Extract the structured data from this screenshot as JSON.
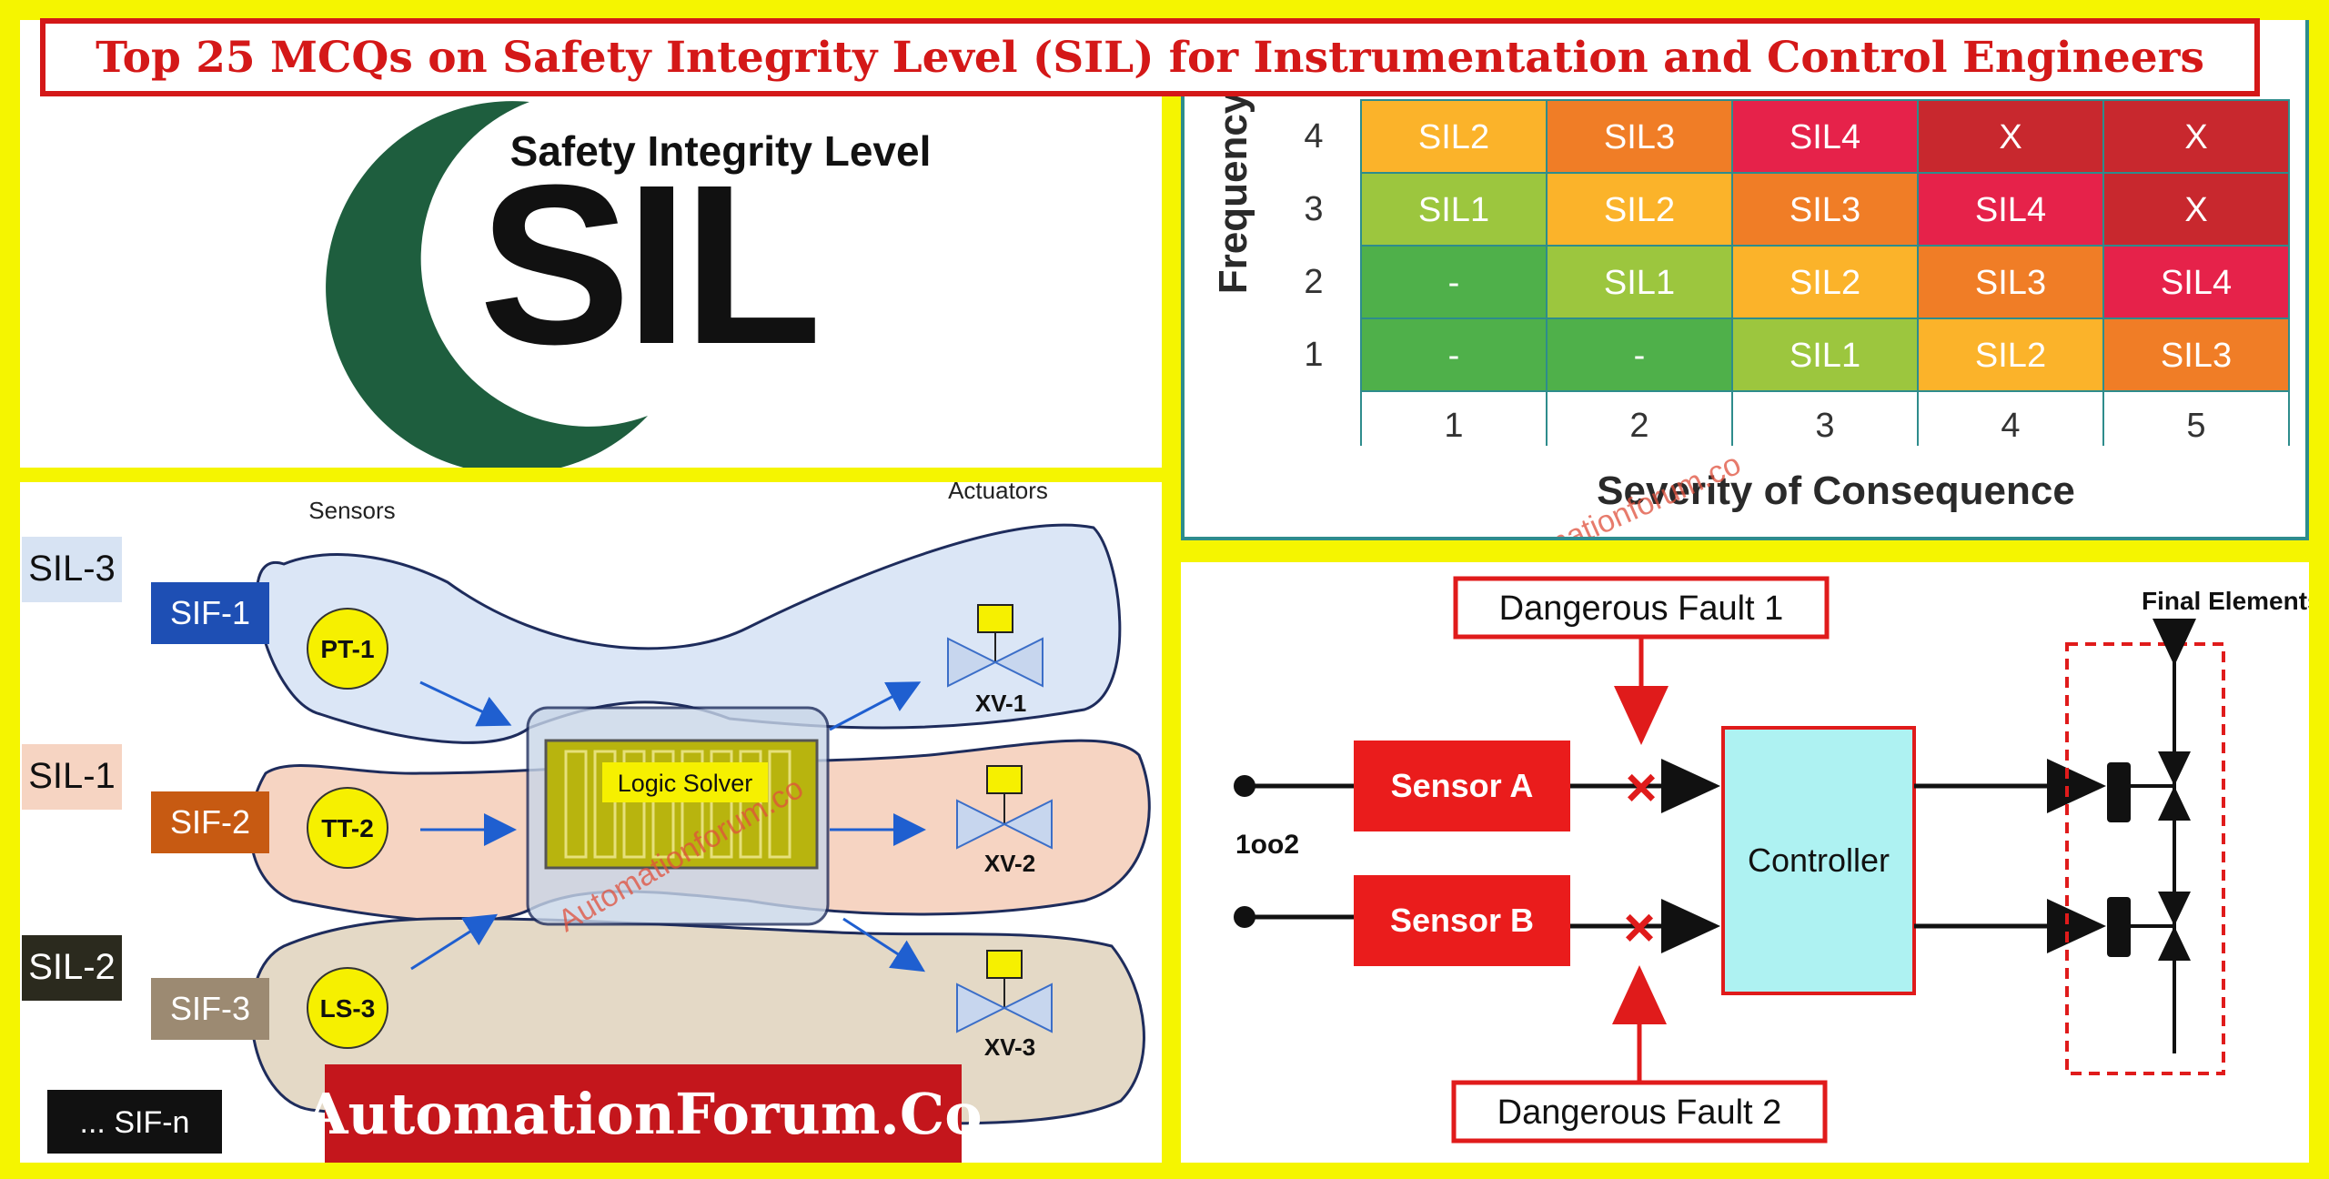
{
  "title": "Top 25 MCQs on Safety Integrity Level (SIL) for Instrumentation and Control Engineers",
  "logo": {
    "subtitle": "Safety Integrity Level",
    "wordmark": "SIL",
    "colors": {
      "ring": "#1e5e3e",
      "text": "#111111"
    }
  },
  "risk_matrix": {
    "ylabel": "Frequency",
    "xlabel": "Severity of Consequence",
    "rows": [
      {
        "freq": "4",
        "cells": [
          "SIL2",
          "SIL3",
          "SIL4",
          "X",
          "X"
        ]
      },
      {
        "freq": "3",
        "cells": [
          "SIL1",
          "SIL2",
          "SIL3",
          "SIL4",
          "X"
        ]
      },
      {
        "freq": "2",
        "cells": [
          "-",
          "SIL1",
          "SIL2",
          "SIL3",
          "SIL4"
        ]
      },
      {
        "freq": "1",
        "cells": [
          "-",
          "-",
          "SIL1",
          "SIL2",
          "SIL3"
        ]
      }
    ],
    "columns": [
      "1",
      "2",
      "3",
      "4",
      "5"
    ],
    "colors": {
      "X": "#c8282e",
      "SIL4": "#e6224a",
      "SIL3": "#f07d26",
      "SIL2": "#fbb32a",
      "SIL1": "#9cc63e",
      "-": "#4fb04a"
    },
    "watermark": "Automationforum.co"
  },
  "sif_diagram": {
    "sensors_label": "Sensors",
    "actuators_label": "Actuators",
    "logic_solver": "Logic Solver",
    "rows": [
      {
        "sil": "SIL-3",
        "sif": "SIF-1",
        "sensor": "PT-1",
        "valve": "XV-1"
      },
      {
        "sil": "SIL-1",
        "sif": "SIF-2",
        "sensor": "TT-2",
        "valve": "XV-2"
      },
      {
        "sil": "SIL-2",
        "sif": "SIF-3",
        "sensor": "LS-3",
        "valve": "XV-3"
      }
    ],
    "sif_n": "... SIF-n",
    "banner": "AutomationForum.Co",
    "watermark": "Automationforum.co"
  },
  "oo2_diagram": {
    "fault1": "Dangerous Fault 1",
    "fault2": "Dangerous Fault 2",
    "final_elements": "Final Elements",
    "sensor_a": "Sensor A",
    "sensor_b": "Sensor B",
    "controller": "Controller",
    "voting": "1oo2"
  }
}
